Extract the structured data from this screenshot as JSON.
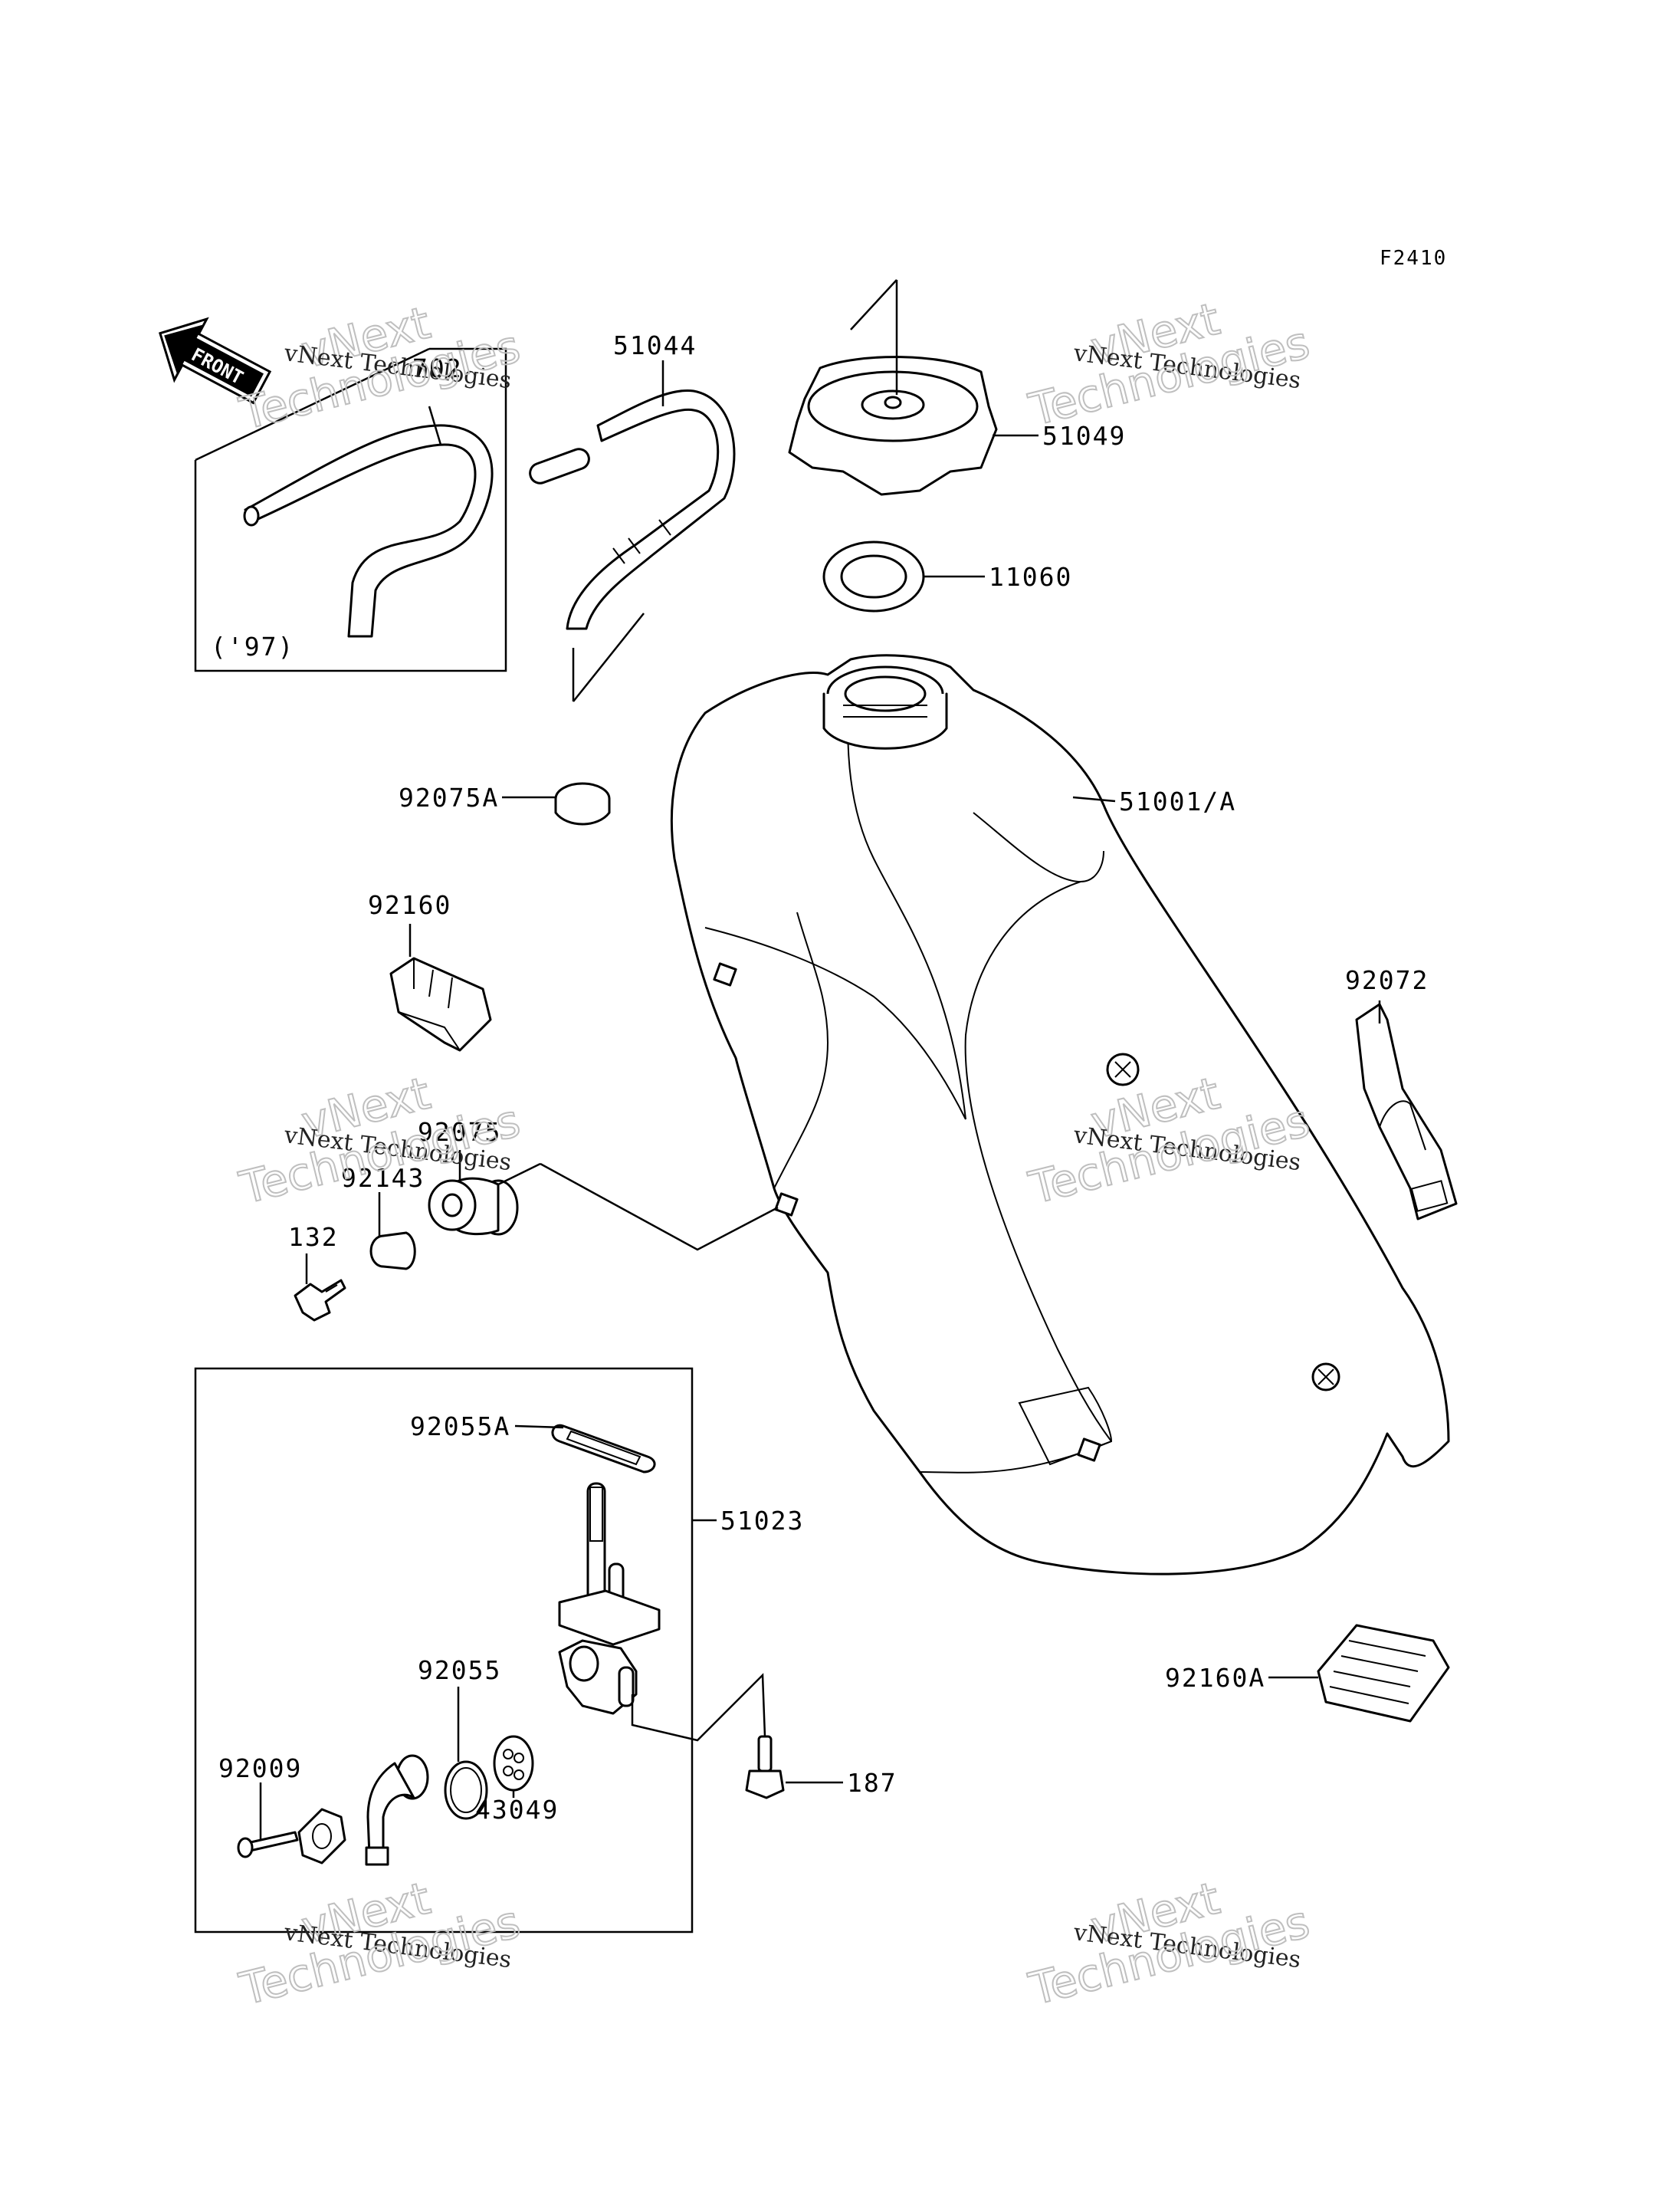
{
  "figure_code": "F2410",
  "front_arrow": {
    "label": "FRONT"
  },
  "inset_year": "('97)",
  "parts": {
    "p702": "702",
    "p51044": "51044",
    "p51049": "51049",
    "p11060": "11060",
    "p92075A": "92075A",
    "p51001A": "51001/A",
    "p92160": "92160",
    "p92072": "92072",
    "p92075": "92075",
    "p92143": "92143",
    "p132": "132",
    "p92055A": "92055A",
    "p51023": "51023",
    "p92055": "92055",
    "p92009": "92009",
    "p43049": "43049",
    "p187": "187",
    "p92160A": "92160A"
  },
  "watermarks": {
    "line1": "vNext",
    "line2": "vNext Technologies",
    "line3": "Technologies"
  },
  "icons": [
    "front-arrow-icon",
    "fuel-tank-icon",
    "fuel-cap-icon",
    "fuel-cock-icon",
    "bolt-icon",
    "hose-icon"
  ]
}
